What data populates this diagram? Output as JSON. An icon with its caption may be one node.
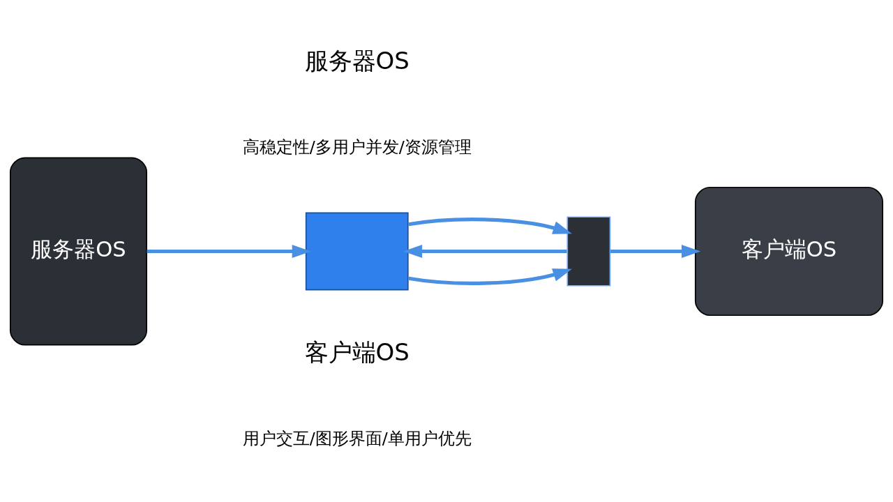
{
  "diagram": {
    "nodes": [
      {
        "text": [
          "服务器OS"
        ]
      },
      {
        "text": [],
        "shape": "box"
      },
      {
        "text": [],
        "shape": "box"
      },
      {
        "text": [
          "客户端OS"
        ]
      }
    ],
    "edges": [
      {
        "from": 0,
        "to": 1,
        "arrow": "to"
      },
      {
        "from": 1,
        "to": 2,
        "arrow": "to"
      },
      {
        "from": 2,
        "to": 3,
        "arrow": "to"
      },
      {
        "from": 2,
        "to": 1,
        "arrow": "to"
      },
      {
        "from": 1,
        "to": 2,
        "arrow": "to"
      }
    ],
    "labels": [
      "服务器OS",
      "高稳定性/多用户并发/资源管理",
      "客户端OS",
      "用户交互/图形界面/单用户优先"
    ]
  }
}
